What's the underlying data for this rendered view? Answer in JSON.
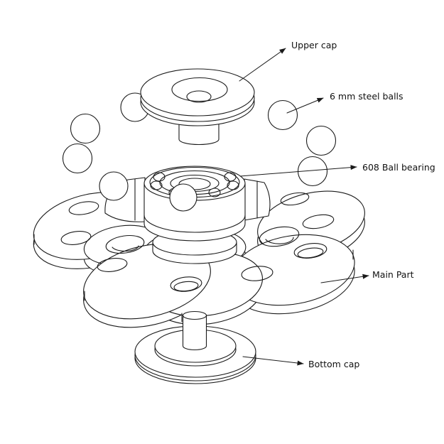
{
  "diagram": {
    "subject": "Fidget spinner exploded view technical drawing",
    "background_color": "#ffffff",
    "line_color": "#1a1a1a",
    "labels": {
      "upper_cap": "Upper cap",
      "steel_balls": "6 mm steel balls",
      "ball_bearing": "608 Ball bearing",
      "main_part": "Main Part",
      "bottom_cap": "Bottom cap"
    }
  }
}
